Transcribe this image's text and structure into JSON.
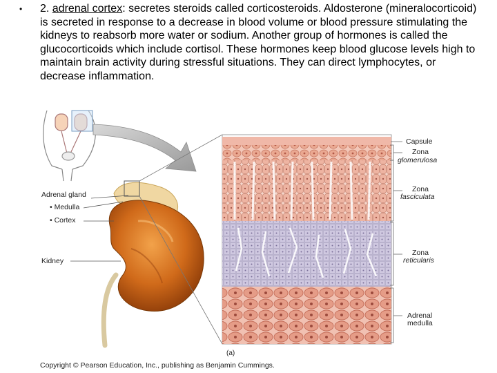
{
  "bullet": {
    "marker": "•",
    "prefix": "2. ",
    "term": "adrenal cortex",
    "text": ": secretes steroids called corticosteroids. Aldosterone (mineralocorticoid) is secreted in response to a decrease in blood volume or blood pressure stimulating the kidneys to reabsorb more water or sodium. Another group of hormones is called the glucocorticoids which include cortisol.  These hormones keep blood glucose levels high to maintain brain activity during stressful situations.  They can direct lymphocytes, or decrease inflammation."
  },
  "figure": {
    "left_labels": {
      "gland": "Adrenal gland",
      "medulla": "• Medulla",
      "cortex": "• Cortex",
      "kidney": "Kidney"
    },
    "right_labels": {
      "capsule": "Capsule",
      "glomerulosa_1": "Zona",
      "glomerulosa_2": "glomerulosa",
      "fasciculata_1": "Zona",
      "fasciculata_2": "fasciculata",
      "reticularis_1": "Zona",
      "reticularis_2": "reticularis",
      "medulla_1": "Adrenal",
      "medulla_2": "medulla"
    },
    "panel_letter": "(a)",
    "copyright": "Copyright © Pearson Education, Inc., publishing as Benjamin Cummings."
  }
}
